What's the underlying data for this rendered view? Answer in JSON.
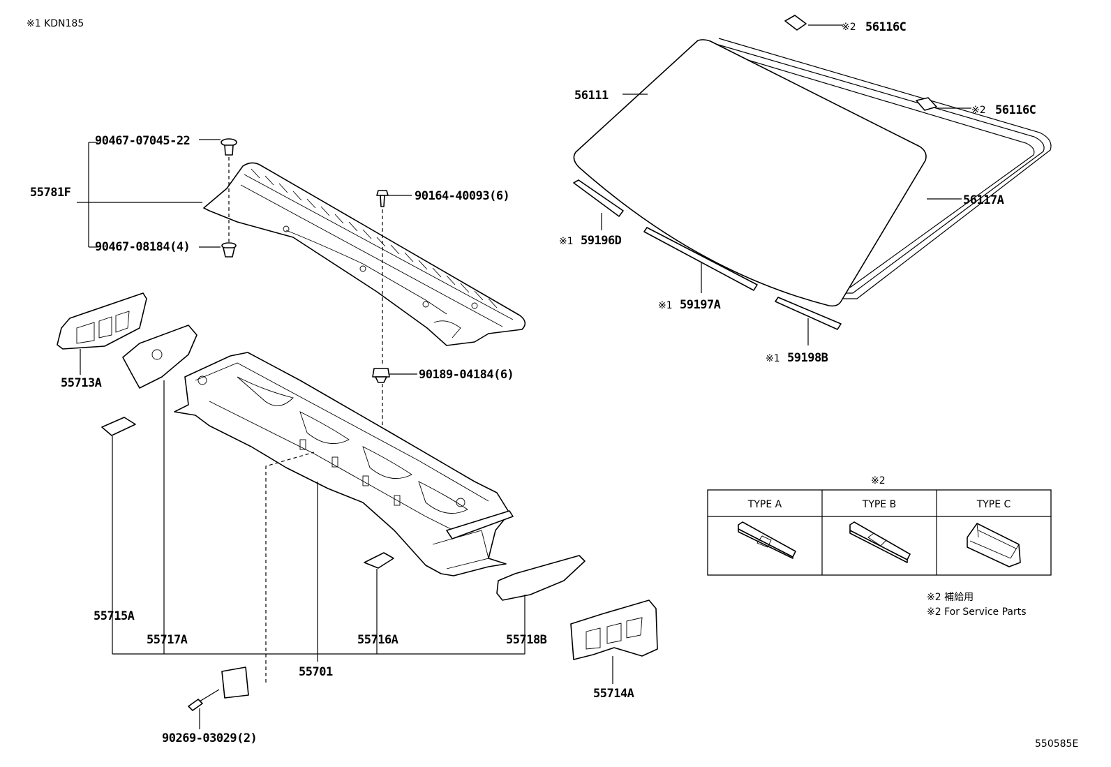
{
  "header": {
    "note_text": "※1 KDN185"
  },
  "labels": {
    "p56116c_top": "56116C",
    "p56116c_right": "56116C",
    "p56111": "56111",
    "p56117a": "56117A",
    "p59196d": "59196D",
    "p59197a": "59197A",
    "p59198b": "59198B",
    "p90467_07045": "90467-07045-22",
    "p55781f": "55781F",
    "p90467_08184": "90467-08184(4)",
    "p90164": "90164-40093(6)",
    "p90189": "90189-04184(6)",
    "p55713a": "55713A",
    "p55715a": "55715A",
    "p55717a": "55717A",
    "p55716a": "55716A",
    "p55718b": "55718B",
    "p55701": "55701",
    "p55714a": "55714A",
    "p90269": "90269-03029(2)"
  },
  "markers": {
    "note1": "※1",
    "note2": "※2"
  },
  "type_table": {
    "title": "※2",
    "headers": [
      "TYPE A",
      "TYPE B",
      "TYPE C"
    ]
  },
  "service_notes": [
    "※2 補給用",
    "※2 For Service Parts"
  ],
  "footer": {
    "code": "550585E"
  }
}
